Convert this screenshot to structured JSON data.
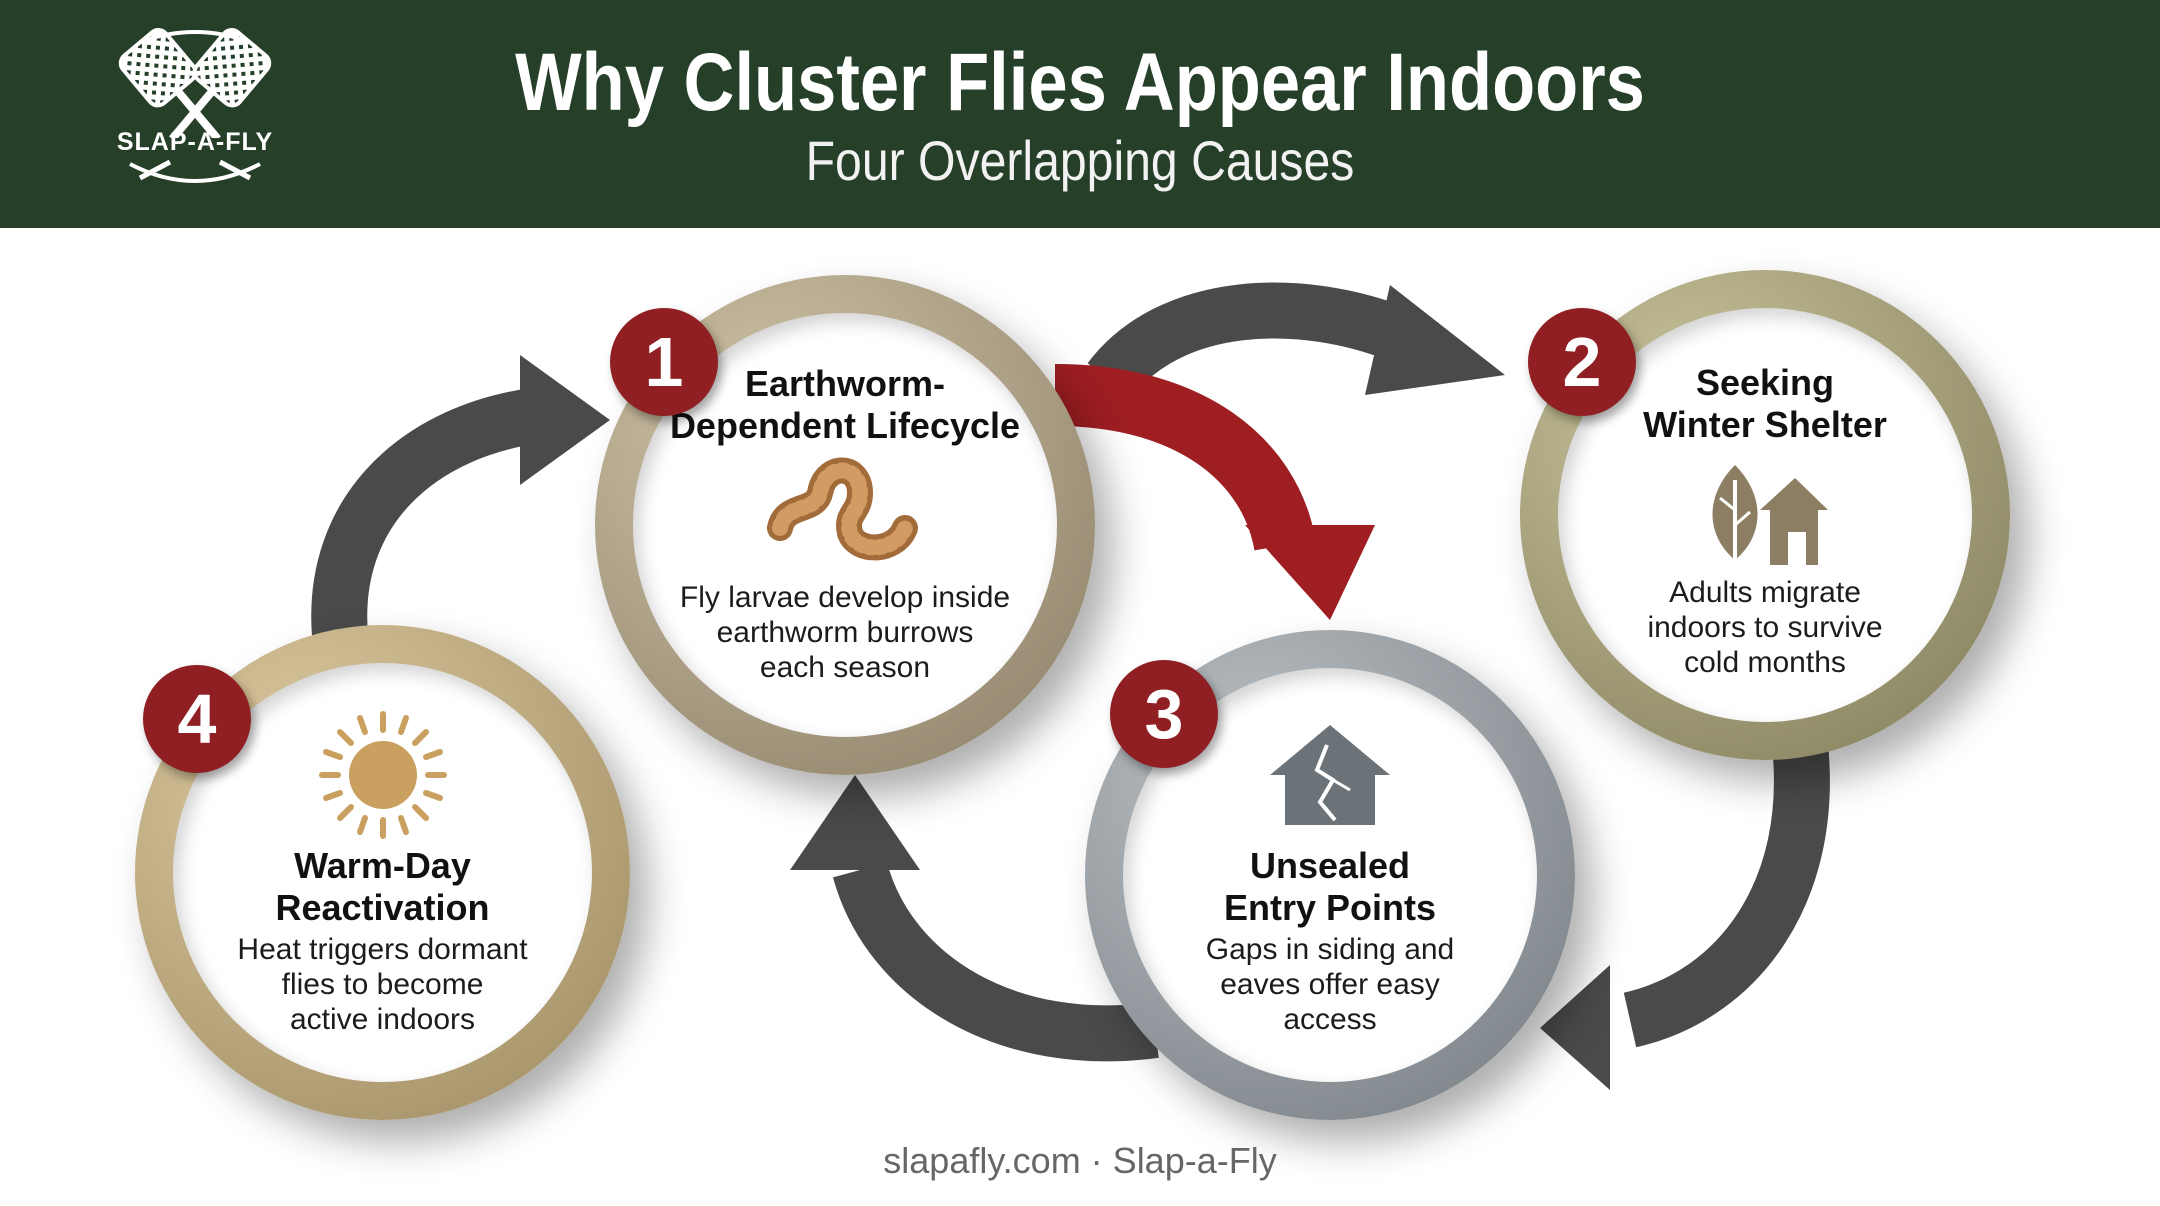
{
  "header": {
    "title": "Why Cluster Flies Appear Indoors",
    "subtitle": "Four Overlapping Causes",
    "logo_text": "SLAP-A-FLY"
  },
  "nodes": [
    {
      "number": "1",
      "title_lines": [
        "Earthworm-",
        "Dependent Lifecycle"
      ],
      "desc_lines": [
        "Fly larvae develop inside",
        "earthworm burrows",
        "each season"
      ],
      "icon": "earthworm-icon"
    },
    {
      "number": "2",
      "title_lines": [
        "Seeking",
        "Winter Shelter"
      ],
      "desc_lines": [
        "Adults migrate",
        "indoors to survive",
        "cold months"
      ],
      "icon": "leaf-house-icon"
    },
    {
      "number": "3",
      "title_lines": [
        "Unsealed",
        "Entry Points"
      ],
      "desc_lines": [
        "Gaps in siding and",
        "eaves offer easy",
        "access"
      ],
      "icon": "cracked-house-icon"
    },
    {
      "number": "4",
      "title_lines": [
        "Warm-Day",
        "Reactivation"
      ],
      "desc_lines": [
        "Heat triggers dormant",
        "flies to become",
        "active indoors"
      ],
      "icon": "sun-icon"
    }
  ],
  "footer": "slapafly.com · Slap-a-Fly",
  "colors": {
    "header_bg": "#263f28",
    "badge": "#8f1f22",
    "arrow_dark": "#4a4a4a",
    "arrow_red": "#9e1e22",
    "ring_1": "#a8997e",
    "ring_2": "#9d9873",
    "ring_3": "#8c9297",
    "ring_4": "#b9a57c"
  }
}
